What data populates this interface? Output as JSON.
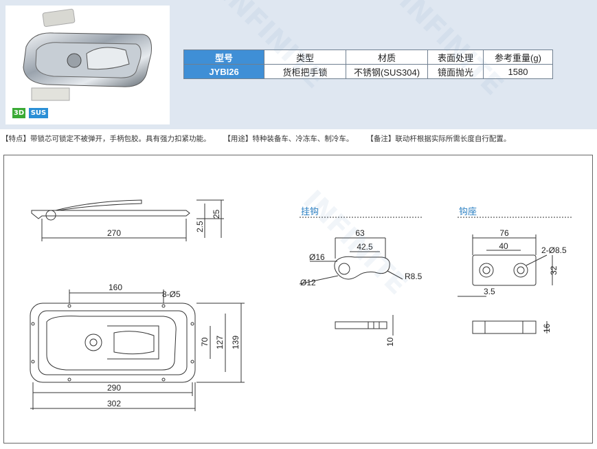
{
  "badges": {
    "three_d": "3D",
    "sus": "SUS"
  },
  "spec_table": {
    "headers": [
      "型号",
      "类型",
      "材质",
      "表面处理",
      "参考重量(g)"
    ],
    "row": [
      "JYBI26",
      "货柜把手锁",
      "不锈钢(SUS304)",
      "镜面抛光",
      "1580"
    ]
  },
  "description": {
    "features": "【特点】带锁芯可锁定不被弹开，手柄包胶。具有强力扣紧功能。",
    "usage": "【用途】特种装备车、冷冻车、制冷车。",
    "note": "【备注】联动杆根据实际所需长度自行配置。"
  },
  "drawing": {
    "side_view": {
      "width": "270",
      "height_total": "25",
      "flange": "2.5"
    },
    "top_view": {
      "inner_width": "160",
      "holes": "8-Ø5",
      "width": "290",
      "overall_width": "302",
      "h70": "70",
      "h127": "127",
      "h139": "139"
    },
    "hook": {
      "title": "挂钩",
      "d63": "63",
      "d42": "42.5",
      "d16": "Ø16",
      "d12": "Ø12",
      "r85": "R8.5",
      "t10": "10"
    },
    "seat": {
      "title": "钩座",
      "d76": "76",
      "d40": "40",
      "holes": "2-Ø8.5",
      "d32": "32",
      "d35": "3.5",
      "h16": "16"
    }
  },
  "watermark": "INFINITE"
}
